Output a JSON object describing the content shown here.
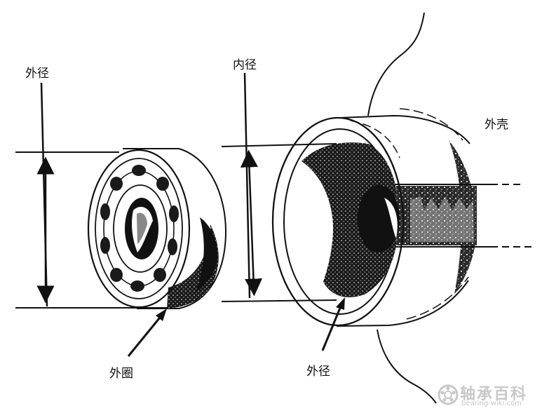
{
  "labels": {
    "outer_diameter_left": "外径",
    "inner_diameter": "内径",
    "housing": "外壳",
    "outer_ring": "外圈",
    "outer_diameter_right": "外径"
  },
  "watermark": {
    "site_name_cn": "轴承百科",
    "site_url": "bearing-wiki.com"
  },
  "colors": {
    "ink": "#111111",
    "watermark": "#c8c8c8"
  }
}
